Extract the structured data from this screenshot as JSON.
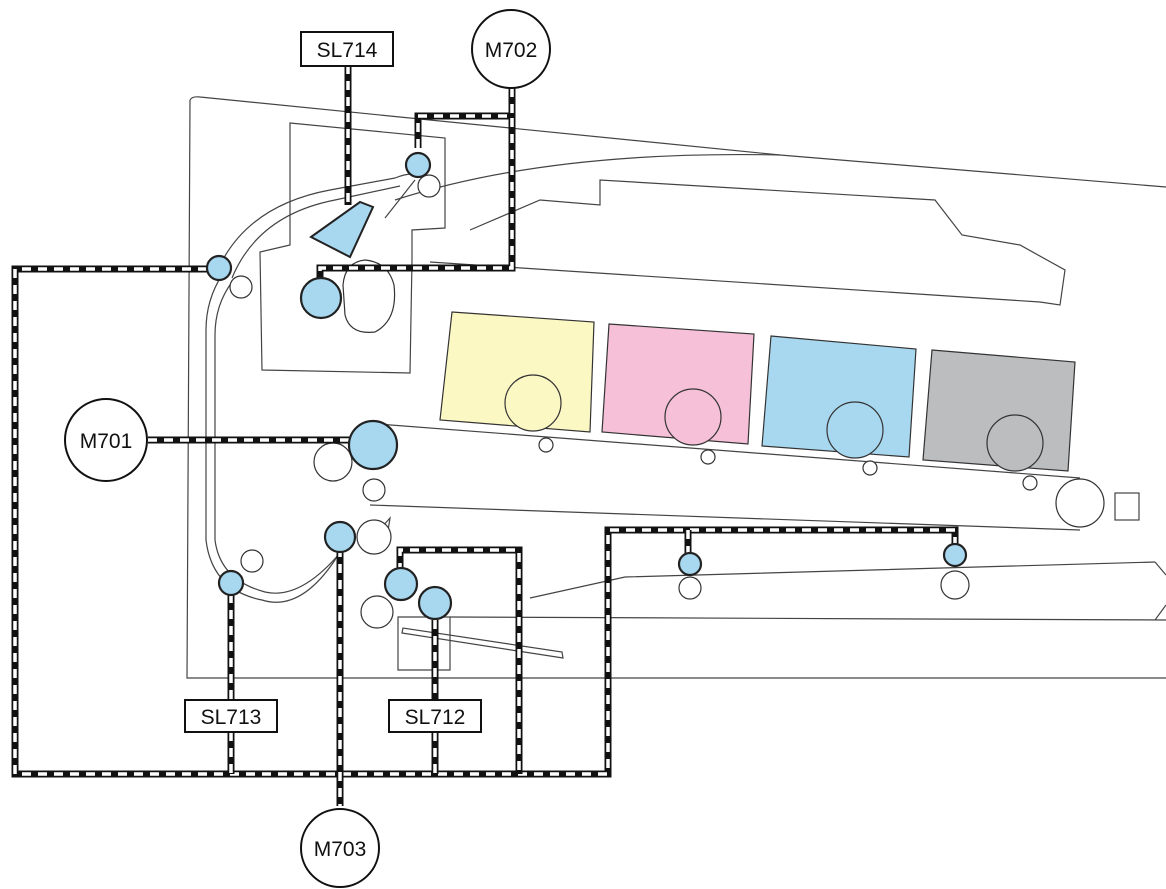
{
  "colors": {
    "roller_highlight": "#a8d8f0",
    "yellow_cartridge": "#fcf8c4",
    "magenta_cartridge": "#f5c0d8",
    "cyan_cartridge": "#a8d8f0",
    "black_cartridge": "#bcbdbf",
    "drive_line": "#111111"
  },
  "labels": {
    "sl714": "SL714",
    "m702": "M702",
    "m701": "M701",
    "sl713": "SL713",
    "sl712": "SL712",
    "m703": "M703"
  },
  "cartridges": [
    "yellow",
    "magenta",
    "cyan",
    "black"
  ]
}
